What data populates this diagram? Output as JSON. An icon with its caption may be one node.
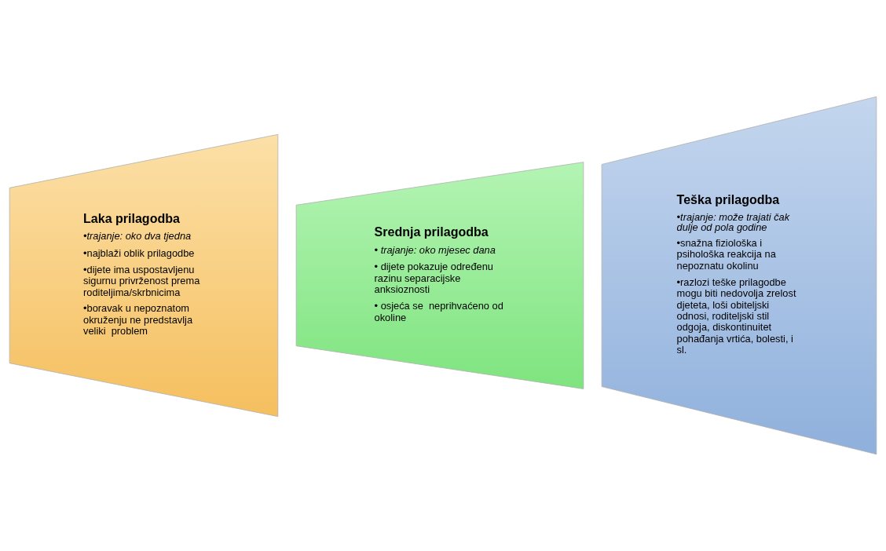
{
  "diagram": {
    "nodes": [
      {
        "text": [
          "Laka prilagodba",
          "•trajanje: oko dva tjedna",
          "•najblaži oblik prilagodbe",
          "•dijete ima uspostavljenu sigurnu privrženost prema roditeljima/skrbnicima",
          "•boravak u nepoznatom okruženju ne predstavlja veliki  problem"
        ]
      },
      {
        "text": [
          "Srednja prilagodba",
          "• trajanje: oko mjesec dana",
          "• dijete pokazuje određenu razinu separacijske anksioznosti",
          "• osjeća se  neprihvaćeno od okoline"
        ]
      },
      {
        "text": [
          "Teška prilagodba",
          "•trajanje: može trajati čak dulje od pola godine",
          "•snažna fiziološka i psihološka reakcija na nepoznatu okolinu",
          "•razlozi teške prilagodbe mogu biti nedovolja zrelost djeteta, loši obiteljski odnosi, roditeljski stil odgoja, diskontinuitet pohađanja vrtića, bolesti, i sl."
        ]
      }
    ],
    "edges": []
  }
}
